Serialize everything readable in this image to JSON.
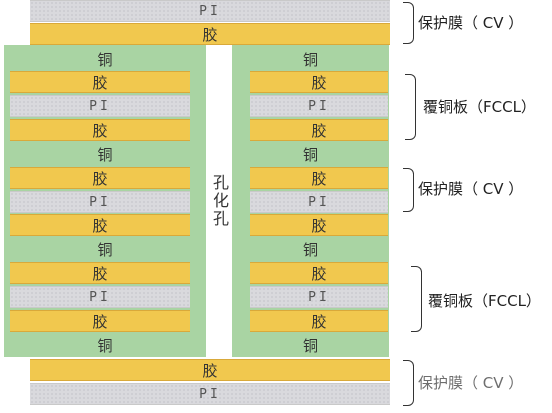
{
  "labels": {
    "pi": "PI",
    "glue": "胶",
    "copper": "铜",
    "hole": "孔化孔"
  },
  "annotations": {
    "cv": "保护膜（ CV ）",
    "fccl": "覆铜板（FCCL）",
    "bottom_cv": "保护膜（ CV ）"
  },
  "colors": {
    "glue": "#f1c84e",
    "pi": "#d9d9dd",
    "copper": "#a9d4a3",
    "hole": "#ffffff"
  }
}
